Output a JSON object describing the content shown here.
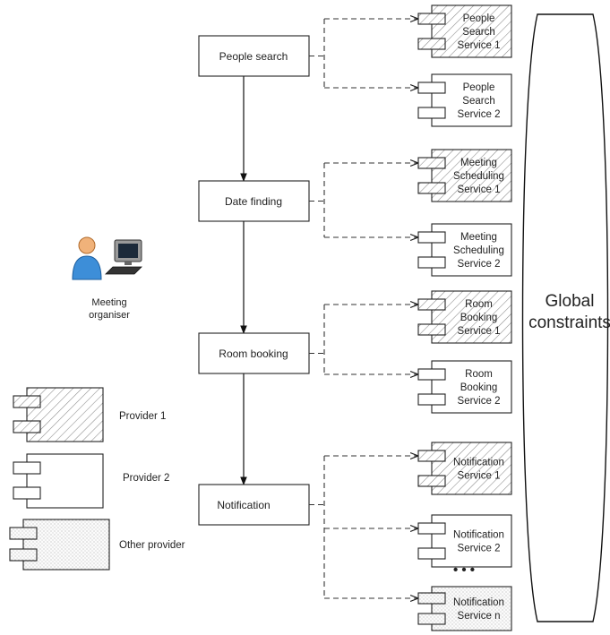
{
  "actor": {
    "label_lines": [
      "Meeting",
      "organiser"
    ]
  },
  "tasks": [
    {
      "id": "people-search",
      "label": "People search"
    },
    {
      "id": "date-finding",
      "label": "Date finding"
    },
    {
      "id": "room-booking",
      "label": "Room booking"
    },
    {
      "id": "notification",
      "label": "Notification"
    }
  ],
  "services": [
    {
      "task": "people-search",
      "provider": "provider-1",
      "lines": [
        "People",
        "Search",
        "Service 1"
      ]
    },
    {
      "task": "people-search",
      "provider": "provider-2",
      "lines": [
        "People",
        "Search",
        "Service 2"
      ]
    },
    {
      "task": "date-finding",
      "provider": "provider-1",
      "lines": [
        "Meeting",
        "Scheduling",
        "Service 1"
      ]
    },
    {
      "task": "date-finding",
      "provider": "provider-2",
      "lines": [
        "Meeting",
        "Scheduling",
        "Service 2"
      ]
    },
    {
      "task": "room-booking",
      "provider": "provider-1",
      "lines": [
        "Room",
        "Booking",
        "Service 1"
      ]
    },
    {
      "task": "room-booking",
      "provider": "provider-2",
      "lines": [
        "Room",
        "Booking",
        "Service 2"
      ]
    },
    {
      "task": "notification",
      "provider": "provider-1",
      "lines": [
        "Notification",
        "Service 1"
      ]
    },
    {
      "task": "notification",
      "provider": "provider-2",
      "lines": [
        "Notification",
        "Service 2"
      ]
    },
    {
      "task": "notification",
      "provider": "other",
      "lines": [
        "Notification",
        "Service n"
      ]
    }
  ],
  "ellipsis": "• • •",
  "constraints": {
    "label_lines": [
      "Global",
      "constraints"
    ]
  },
  "legend": [
    {
      "provider": "provider-1",
      "label": "Provider 1"
    },
    {
      "provider": "provider-2",
      "label": "Provider 2"
    },
    {
      "provider": "other",
      "label": "Other provider"
    }
  ]
}
